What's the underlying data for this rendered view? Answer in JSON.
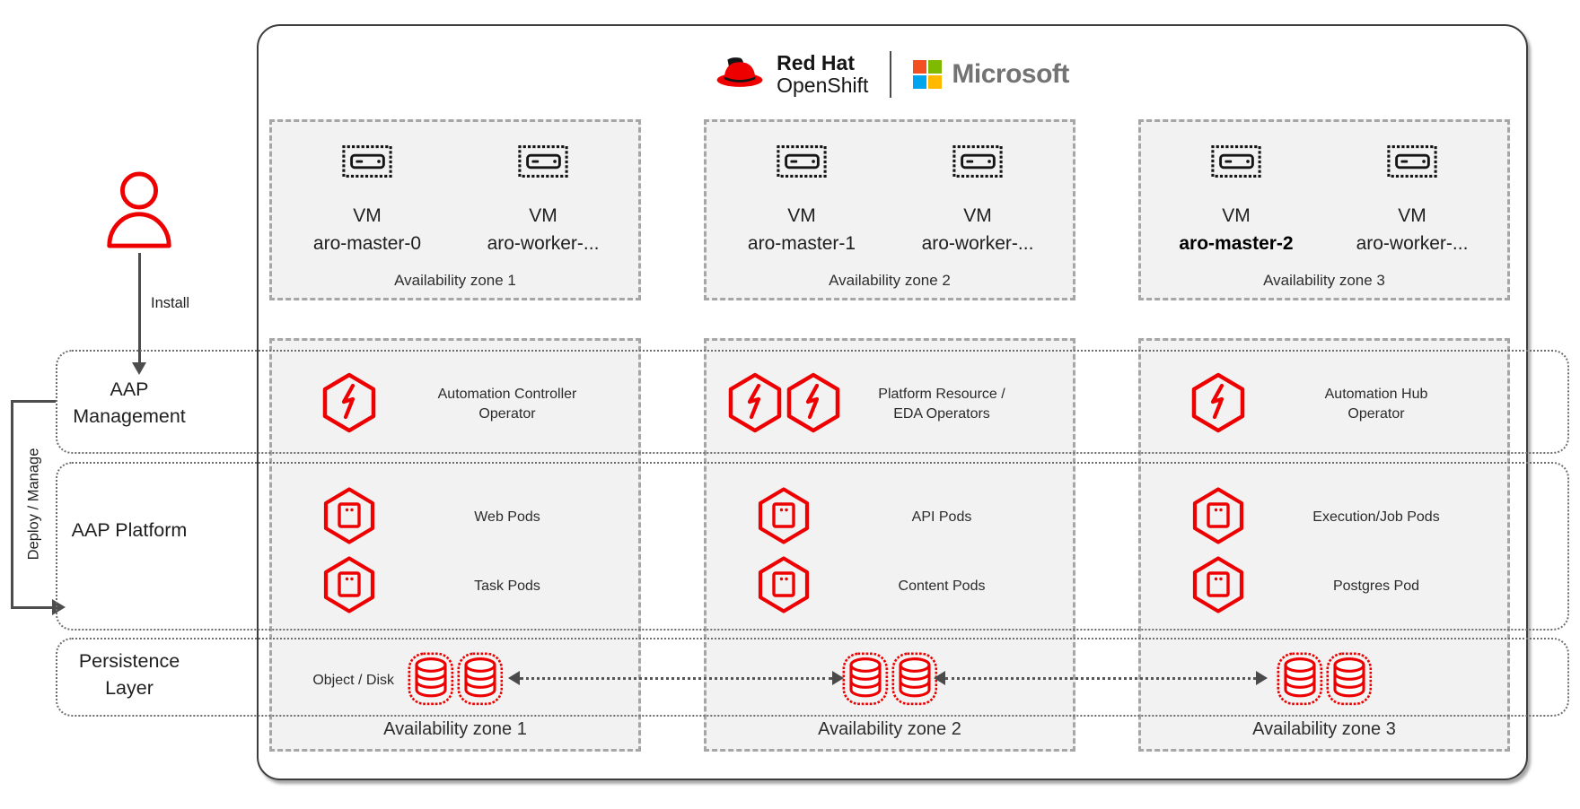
{
  "logo": {
    "redhat_line1": "Red Hat",
    "redhat_line2": "OpenShift",
    "microsoft_label": "Microsoft"
  },
  "left": {
    "install_label": "Install",
    "deploy_manage_label": "Deploy / Manage",
    "management_label": "AAP Management",
    "platform_label": "AAP Platform",
    "persistence_label": "Persistence Layer"
  },
  "top_zones": [
    {
      "label": "Availability zone 1",
      "vms": [
        {
          "type": "VM",
          "name": "aro-master-0"
        },
        {
          "type": "VM",
          "name": "aro-worker-..."
        }
      ]
    },
    {
      "label": "Availability zone 2",
      "vms": [
        {
          "type": "VM",
          "name": "aro-master-1"
        },
        {
          "type": "VM",
          "name": "aro-worker-..."
        }
      ]
    },
    {
      "label": "Availability zone 3",
      "vms": [
        {
          "type": "VM",
          "name": "aro-master-2"
        },
        {
          "type": "VM",
          "name": "aro-worker-..."
        }
      ]
    }
  ],
  "columns": [
    {
      "operator_lines": [
        "Automation Controller",
        "Operator"
      ],
      "pods": [
        "Web Pods",
        "Task Pods"
      ],
      "storage_label": "Object / Disk",
      "zone_label": "Availability zone 1"
    },
    {
      "operator_lines": [
        "Platform Resource /",
        "EDA Operators"
      ],
      "pods": [
        "API Pods",
        "Content Pods"
      ],
      "zone_label": "Availability zone 2"
    },
    {
      "operator_lines": [
        "Automation Hub",
        "Operator"
      ],
      "pods": [
        "Execution/Job Pods",
        "Postgres Pod"
      ],
      "zone_label": "Availability zone 3"
    }
  ],
  "colors": {
    "redhat_red": "#ee0000",
    "panel_fill": "#f2f2f2",
    "dashed_border": "#a6a6a6",
    "dotted_border": "#6e6e6e",
    "arrow_gray": "#4d4d4d",
    "text_dark": "#1f1f1f",
    "microsoft_wordmark_gray": "#737373",
    "ms_square_red": "#f25022",
    "ms_square_green": "#7fba00",
    "ms_square_blue": "#00a4ef",
    "ms_square_yellow": "#ffb900"
  }
}
